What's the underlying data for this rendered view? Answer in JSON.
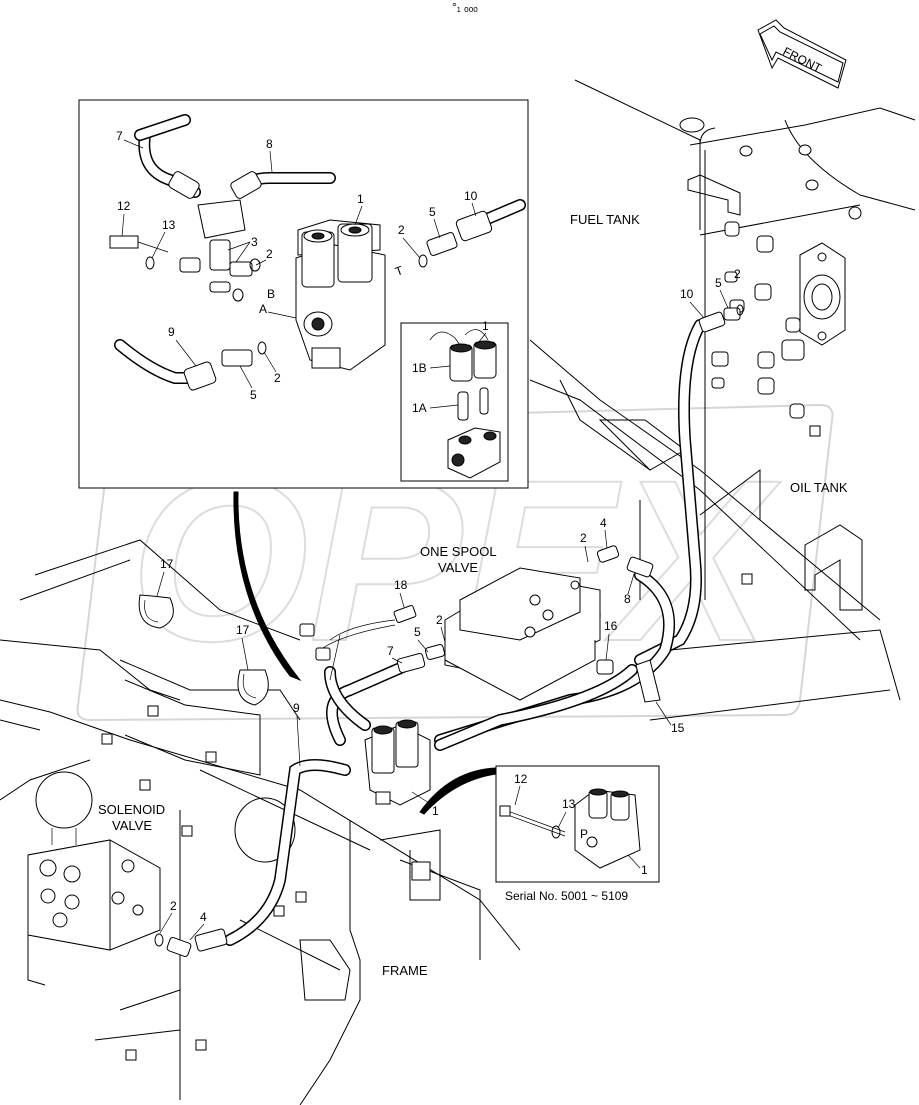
{
  "header": {
    "small_mark": "°₁ ₒₒₒ"
  },
  "watermark": {
    "text": "OPEX"
  },
  "direction": {
    "front_label": "FRONT"
  },
  "areas": {
    "fuel_tank": "FUEL TANK",
    "oil_tank": "OIL TANK",
    "one_spool_valve": [
      "ONE SPOOL",
      "VALVE"
    ],
    "solenoid_valve": [
      "SOLENOID",
      "VALVE"
    ],
    "frame": "FRAME"
  },
  "inset_detail": {
    "callouts": [
      "1",
      "2",
      "2",
      "2",
      "2",
      "3",
      "5",
      "5",
      "7",
      "8",
      "9",
      "10",
      "12",
      "13"
    ],
    "port_letters": [
      "A",
      "B",
      "T"
    ],
    "sub_inset_callouts": [
      "1",
      "1A",
      "1B"
    ]
  },
  "serial_inset": {
    "caption": "Serial No.  5001 ~ 5109",
    "callouts": [
      "12",
      "13",
      "1"
    ],
    "port_letter": "P"
  },
  "main_callouts": [
    "1",
    "2",
    "2",
    "2",
    "4",
    "4",
    "5",
    "5",
    "7",
    "8",
    "9",
    "10",
    "15",
    "16",
    "17",
    "17",
    "18"
  ]
}
